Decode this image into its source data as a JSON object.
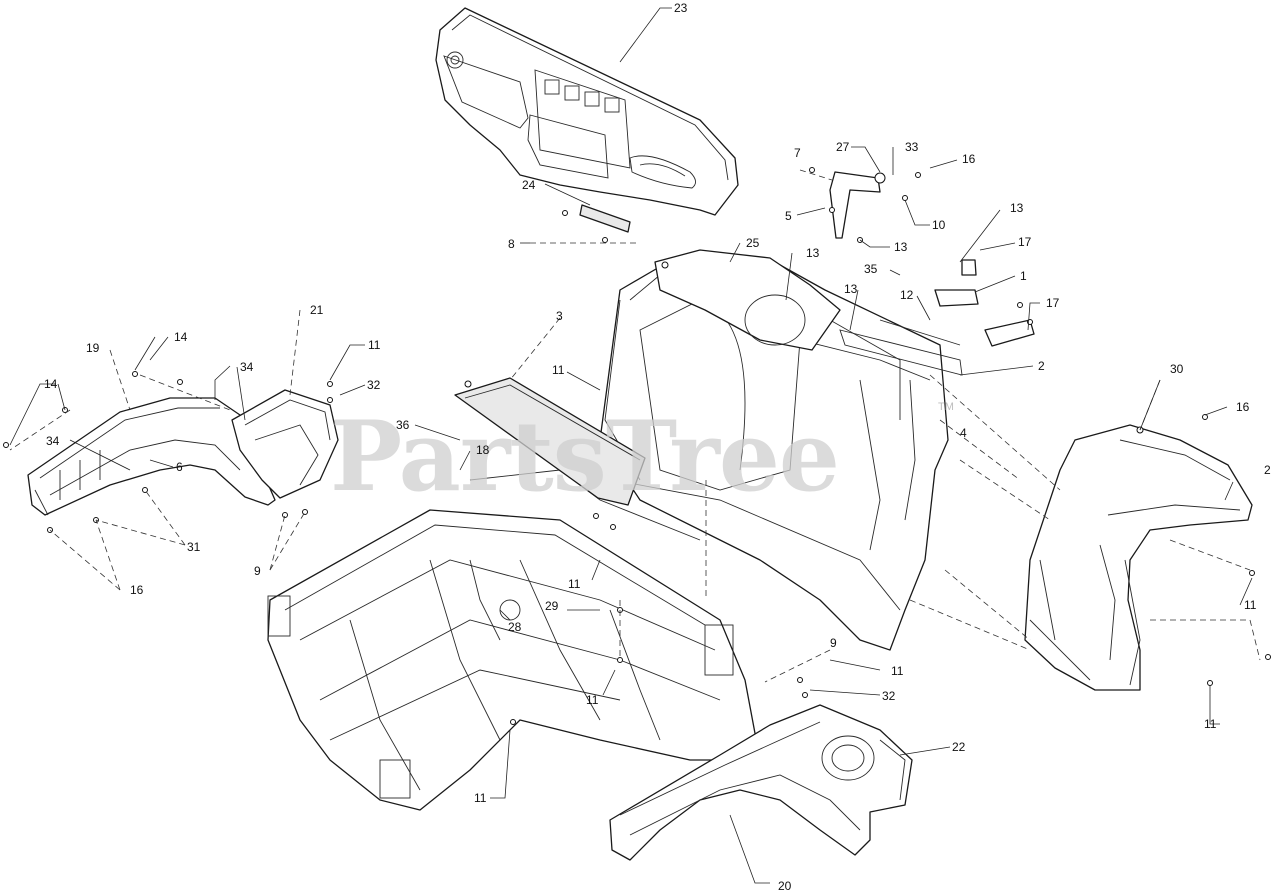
{
  "watermark": {
    "text": "PartsTree",
    "tm": "TM"
  },
  "callouts": [
    {
      "key": "c23",
      "text": "23"
    },
    {
      "key": "c27",
      "text": "27"
    },
    {
      "key": "c33",
      "text": "33"
    },
    {
      "key": "c7",
      "text": "7"
    },
    {
      "key": "c16a",
      "text": "16"
    },
    {
      "key": "c5",
      "text": "5"
    },
    {
      "key": "c10",
      "text": "10"
    },
    {
      "key": "c24",
      "text": "24"
    },
    {
      "key": "c8",
      "text": "8"
    },
    {
      "key": "c13a",
      "text": "13"
    },
    {
      "key": "c13b",
      "text": "13"
    },
    {
      "key": "c13c",
      "text": "13"
    },
    {
      "key": "c13d",
      "text": "13"
    },
    {
      "key": "c25",
      "text": "25"
    },
    {
      "key": "c17a",
      "text": "17"
    },
    {
      "key": "c35",
      "text": "35"
    },
    {
      "key": "c1",
      "text": "1"
    },
    {
      "key": "c12",
      "text": "12"
    },
    {
      "key": "c17b",
      "text": "17"
    },
    {
      "key": "c21",
      "text": "21"
    },
    {
      "key": "c3",
      "text": "3"
    },
    {
      "key": "c2",
      "text": "2"
    },
    {
      "key": "c14a",
      "text": "14"
    },
    {
      "key": "c19",
      "text": "19"
    },
    {
      "key": "c11a",
      "text": "11"
    },
    {
      "key": "c34a",
      "text": "34"
    },
    {
      "key": "c32a",
      "text": "32"
    },
    {
      "key": "c11b",
      "text": "11"
    },
    {
      "key": "c30",
      "text": "30"
    },
    {
      "key": "c14b",
      "text": "14"
    },
    {
      "key": "c36",
      "text": "36"
    },
    {
      "key": "c16b",
      "text": "16"
    },
    {
      "key": "c4",
      "text": "4"
    },
    {
      "key": "c34b",
      "text": "34"
    },
    {
      "key": "c18",
      "text": "18"
    },
    {
      "key": "c6",
      "text": "6"
    },
    {
      "key": "c2b",
      "text": "2"
    },
    {
      "key": "c31",
      "text": "31"
    },
    {
      "key": "c9a",
      "text": "9"
    },
    {
      "key": "c11c",
      "text": "11"
    },
    {
      "key": "c16c",
      "text": "16"
    },
    {
      "key": "c11d",
      "text": "11"
    },
    {
      "key": "c29",
      "text": "29"
    },
    {
      "key": "c28",
      "text": "28"
    },
    {
      "key": "c9b",
      "text": "9"
    },
    {
      "key": "c11e",
      "text": "11"
    },
    {
      "key": "c11f",
      "text": "11"
    },
    {
      "key": "c32b",
      "text": "32"
    },
    {
      "key": "c11g",
      "text": "11"
    },
    {
      "key": "c22",
      "text": "22"
    },
    {
      "key": "c11h",
      "text": "11"
    },
    {
      "key": "c20",
      "text": "20"
    }
  ]
}
